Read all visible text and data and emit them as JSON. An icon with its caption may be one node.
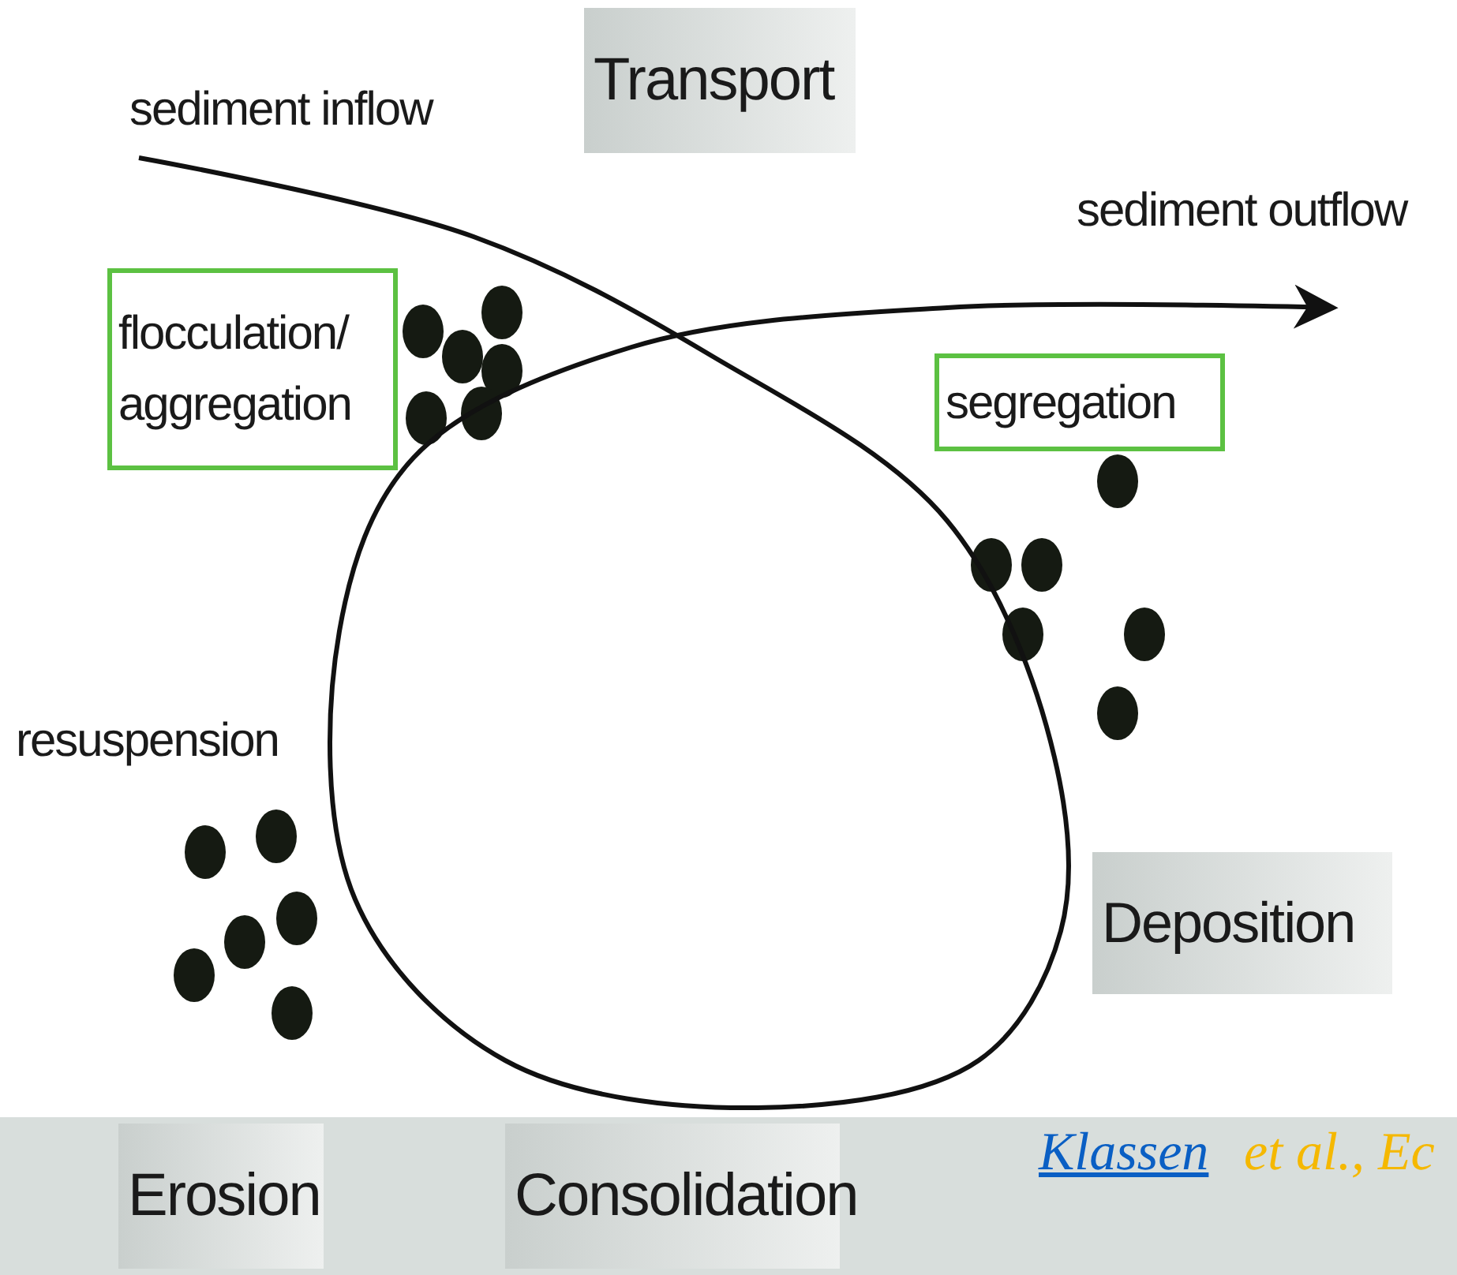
{
  "diagram": {
    "nodes": [
      {
        "text": [
          "Transport"
        ]
      },
      {
        "text": [
          "sediment inflow"
        ]
      },
      {
        "text": [
          "sediment outflow"
        ]
      },
      {
        "text": [
          "flocculation/ aggregation"
        ]
      },
      {
        "text": [
          "segregation"
        ]
      },
      {
        "text": [
          "resuspension"
        ]
      },
      {
        "text": [
          "Deposition"
        ]
      },
      {
        "text": [
          "Erosion"
        ]
      },
      {
        "text": [
          "Consolidation"
        ]
      }
    ],
    "edges": [
      {
        "from": 1,
        "to": 2,
        "arrow": "to"
      }
    ],
    "labels": [
      "Klassen",
      "et al., Ec"
    ]
  }
}
